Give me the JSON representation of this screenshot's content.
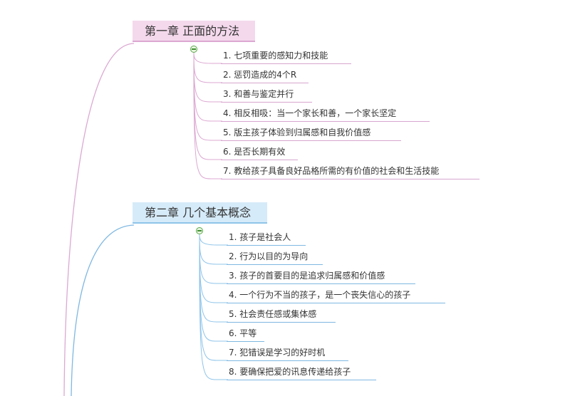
{
  "chapters": [
    {
      "title": "第一章  正面的方法",
      "color": "#dca8d2",
      "items": [
        "1. 七项重要的感知力和技能",
        "2. 惩罚造成的4个R",
        "3. 和善与鉴定并行",
        "4. 相反相吸：当一个家长和善，一个家长坚定",
        "5. 版主孩子体验到归属感和自我价值感",
        "6. 是否长期有效",
        "7. 教给孩子具备良好品格所需的有价值的社会和生活技能"
      ]
    },
    {
      "title": "第二章  几个基本概念",
      "color": "#8fc4ea",
      "items": [
        "1. 孩子是社会人",
        "2. 行为以目的为导向",
        "3. 孩子的首要目的是追求归属感和价值感",
        "4. 一个行为不当的孩子，是一个丧失信心的孩子",
        "5. 社会责任感或集体感",
        "6. 平等",
        "7. 犯错误是学习的好时机",
        "8. 要确保把爱的讯息传递给孩子"
      ]
    }
  ],
  "collapse_icon": "minus-circle-icon"
}
